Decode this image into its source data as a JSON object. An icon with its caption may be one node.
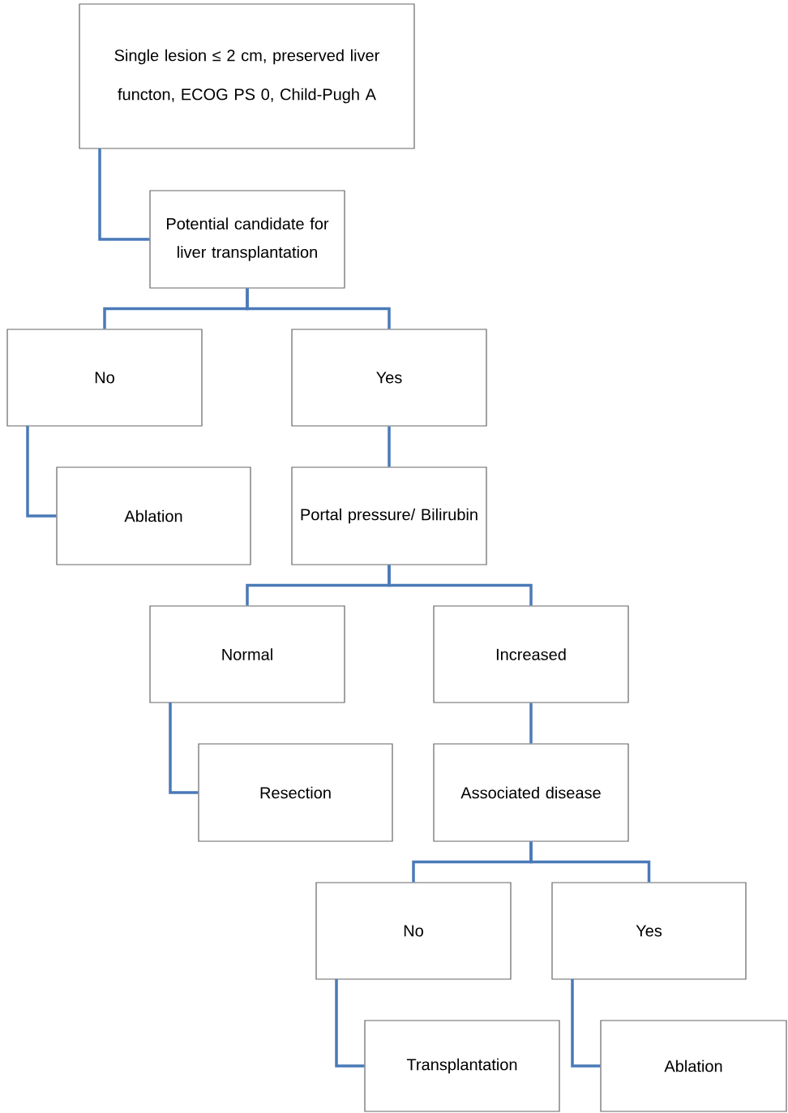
{
  "diagram": {
    "nodes": [
      {
        "text": [
          "Single lesion ≤ 2 cm, preserved liver functon, ECOG PS 0, Child-Pugh A"
        ]
      },
      {
        "text": [
          "Potential candidate for liver transplantation"
        ]
      },
      {
        "text": [
          "No"
        ]
      },
      {
        "text": [
          "Yes"
        ]
      },
      {
        "text": [
          "Ablation"
        ]
      },
      {
        "text": [
          "Portal pressure/ Bilirubin"
        ]
      },
      {
        "text": [
          "Normal"
        ]
      },
      {
        "text": [
          "Increased"
        ]
      },
      {
        "text": [
          "Resection"
        ]
      },
      {
        "text": [
          "Associated disease"
        ]
      },
      {
        "text": [
          "No"
        ]
      },
      {
        "text": [
          "Yes"
        ]
      },
      {
        "text": [
          "Transplantation"
        ]
      },
      {
        "text": [
          "Ablation"
        ]
      }
    ],
    "edges": [
      {
        "from": 0,
        "to": 1,
        "arrow": "none"
      },
      {
        "from": 1,
        "to": 2,
        "arrow": "none"
      },
      {
        "from": 1,
        "to": 3,
        "arrow": "none"
      },
      {
        "from": 2,
        "to": 4,
        "arrow": "none"
      },
      {
        "from": 3,
        "to": 5,
        "arrow": "none"
      },
      {
        "from": 5,
        "to": 6,
        "arrow": "none"
      },
      {
        "from": 5,
        "to": 7,
        "arrow": "none"
      },
      {
        "from": 6,
        "to": 8,
        "arrow": "none"
      },
      {
        "from": 7,
        "to": 9,
        "arrow": "none"
      },
      {
        "from": 9,
        "to": 10,
        "arrow": "none"
      },
      {
        "from": 9,
        "to": 11,
        "arrow": "none"
      },
      {
        "from": 10,
        "to": 12,
        "arrow": "none"
      },
      {
        "from": 11,
        "to": 13,
        "arrow": "none"
      }
    ]
  }
}
